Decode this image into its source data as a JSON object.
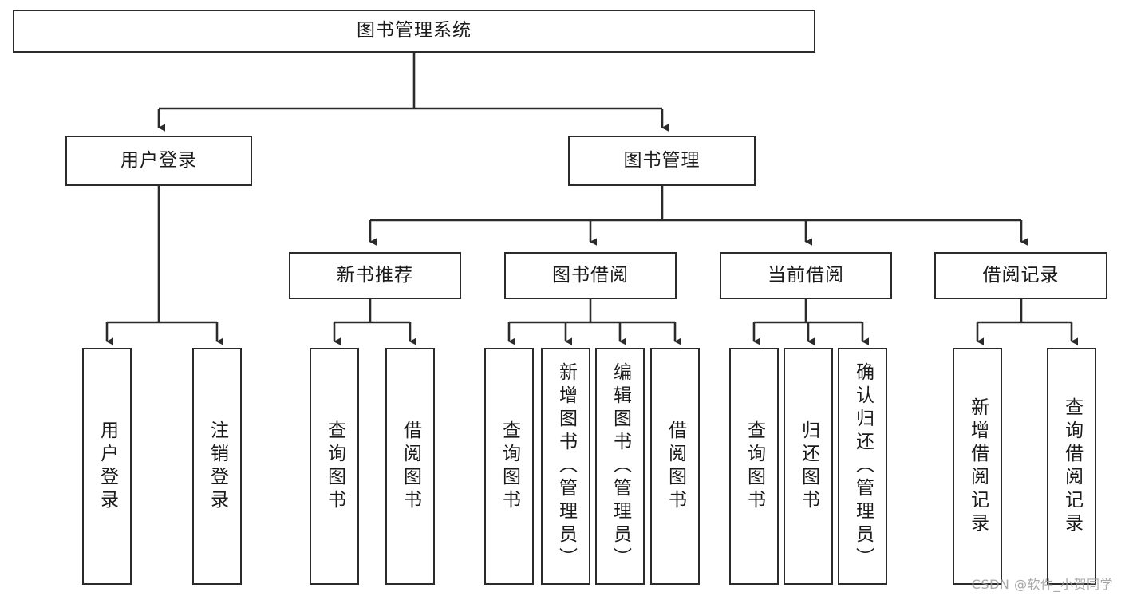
{
  "diagram": {
    "title": "图书管理系统",
    "type": "tree-hierarchy",
    "levels": [
      {
        "level": 1,
        "nodes": [
          {
            "id": "root",
            "label": "图书管理系统",
            "orientation": "horizontal"
          }
        ]
      },
      {
        "level": 2,
        "nodes": [
          {
            "id": "login",
            "label": "用户登录",
            "orientation": "horizontal",
            "parent": "root"
          },
          {
            "id": "bookmgmt",
            "label": "图书管理",
            "orientation": "horizontal",
            "parent": "root"
          }
        ]
      },
      {
        "level": 3,
        "nodes": [
          {
            "id": "newbook",
            "label": "新书推荐",
            "orientation": "horizontal",
            "parent": "bookmgmt"
          },
          {
            "id": "borrow",
            "label": "图书借阅",
            "orientation": "horizontal",
            "parent": "bookmgmt"
          },
          {
            "id": "current",
            "label": "当前借阅",
            "orientation": "horizontal",
            "parent": "bookmgmt"
          },
          {
            "id": "records",
            "label": "借阅记录",
            "orientation": "horizontal",
            "parent": "bookmgmt"
          }
        ]
      },
      {
        "level": 4,
        "nodes": [
          {
            "id": "leaf-user-login",
            "label": "用户登录",
            "orientation": "vertical",
            "parent": "login"
          },
          {
            "id": "leaf-user-logout",
            "label": "注销登录",
            "orientation": "vertical",
            "parent": "login"
          },
          {
            "id": "leaf-nb-query",
            "label": "查询图书",
            "orientation": "vertical",
            "parent": "newbook"
          },
          {
            "id": "leaf-nb-borrow",
            "label": "借阅图书",
            "orientation": "vertical",
            "parent": "newbook"
          },
          {
            "id": "leaf-bw-query",
            "label": "查询图书",
            "orientation": "vertical",
            "parent": "borrow"
          },
          {
            "id": "leaf-bw-add",
            "label": "新增图书（管理员）",
            "orientation": "vertical",
            "parent": "borrow"
          },
          {
            "id": "leaf-bw-edit",
            "label": "编辑图书（管理员）",
            "orientation": "vertical",
            "parent": "borrow"
          },
          {
            "id": "leaf-bw-borrow",
            "label": "借阅图书",
            "orientation": "vertical",
            "parent": "borrow"
          },
          {
            "id": "leaf-cur-query",
            "label": "查询图书",
            "orientation": "vertical",
            "parent": "current"
          },
          {
            "id": "leaf-cur-return",
            "label": "归还图书",
            "orientation": "vertical",
            "parent": "current"
          },
          {
            "id": "leaf-cur-confirm",
            "label": "确认归还（管理员）",
            "orientation": "vertical",
            "parent": "current"
          },
          {
            "id": "leaf-rec-add",
            "label": "新增借阅记录",
            "orientation": "vertical",
            "parent": "records"
          },
          {
            "id": "leaf-rec-query",
            "label": "查询借阅记录",
            "orientation": "vertical",
            "parent": "records"
          }
        ]
      }
    ],
    "colors": {
      "border": "#2b2b2b",
      "background": "#ffffff",
      "text": "#1b1b1b",
      "edge": "#2b2b2b",
      "watermark": "#9a9a9a"
    }
  },
  "watermark": {
    "text": "CSDN @软件_小贺同学"
  }
}
